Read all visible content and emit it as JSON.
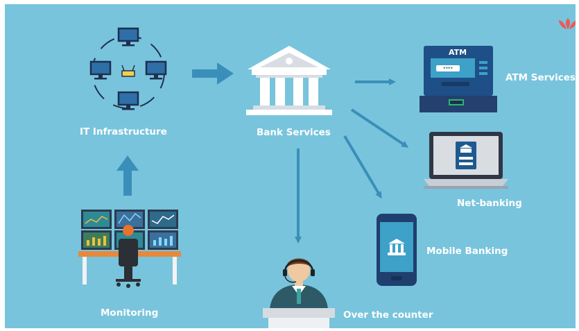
{
  "colors": {
    "background": "#78c4dc",
    "arrow": "#3a8fba",
    "navy": "#243a6e",
    "label": "#ffffff",
    "accent": "#e95a5a"
  },
  "logo": {
    "icon": "lotus-logo-icon"
  },
  "nodes": {
    "it_infrastructure": {
      "label": "IT Infrastructure",
      "icon": "network-computers-icon"
    },
    "bank_services": {
      "label": "Bank Services",
      "icon": "bank-building-icon"
    },
    "atm_services": {
      "label": "ATM Services",
      "icon": "atm-machine-icon",
      "screen_text": "ATM"
    },
    "net_banking": {
      "label": "Net-banking",
      "icon": "laptop-icon"
    },
    "mobile_banking": {
      "label": "Mobile Banking",
      "icon": "smartphone-icon"
    },
    "over_the_counter": {
      "label": "Over the counter",
      "icon": "bank-teller-icon"
    },
    "monitoring": {
      "label": "Monitoring",
      "icon": "monitoring-desk-icon"
    }
  },
  "flows": [
    {
      "from": "monitoring",
      "to": "it_infrastructure"
    },
    {
      "from": "it_infrastructure",
      "to": "bank_services"
    },
    {
      "from": "bank_services",
      "to": "atm_services"
    },
    {
      "from": "bank_services",
      "to": "net_banking"
    },
    {
      "from": "bank_services",
      "to": "mobile_banking"
    },
    {
      "from": "bank_services",
      "to": "over_the_counter"
    }
  ]
}
